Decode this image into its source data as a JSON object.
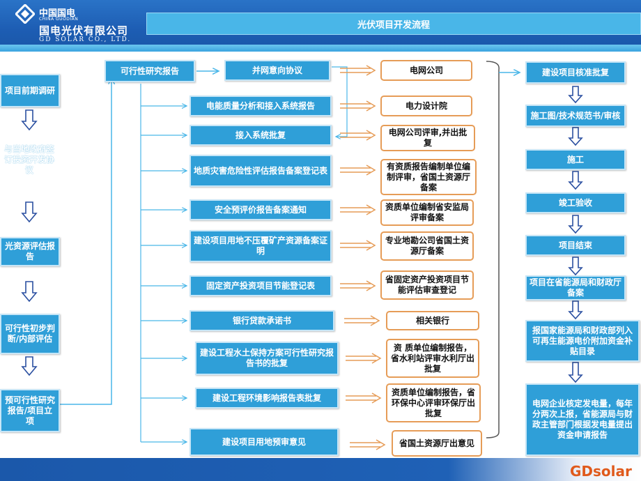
{
  "header": {
    "logo_cn": "中国国电",
    "logo_en": "CHINA GUODIAN",
    "company_cn": "国电光伏有限公司",
    "company_en": "GD SOLAR CO., LTD.",
    "title": "光伏项目开发流程"
  },
  "left_steps": [
    "项目前期调研",
    "与当地政府签订投资开发协议",
    "光资源评估报告",
    "可行性初步判断/内部评估",
    "预可行性研究报告/项目立项"
  ],
  "feasibility_label": "可行性研究报告",
  "middle_items": [
    "并网意向协议",
    "电能质量分析和接入系统报告",
    "接入系统批复",
    "地质灾害危险性评估报告备案登记表",
    "安全预评价报告备案通知",
    "建设项目用地不压覆矿产资源备案证明",
    "固定资产投资项目节能登记表",
    "银行贷款承诺书",
    "建设工程水土保持方案可行性研究报告书的批复",
    "建设工程环境影响报告表批复",
    "建设项目用地预审意见"
  ],
  "authorities": [
    "电网公司",
    "电力设计院",
    "电网公司评审,并出批复",
    "有资质报告编制单位编制评审，省国土资源厅备案",
    "资质单位编制省安监局评审备案",
    "专业地勘公司省国土资源厅备案",
    "省固定资产投资项目节能评估审查登记",
    "相关银行",
    "资 质单位编制报告，省水利站评审水利厅出批复",
    "资质单位编制报告，省环保中心评审环保厅出批复",
    "省国土资源厅出意见"
  ],
  "right_steps": [
    "建设项目核准批复",
    "施工图/技术规范书/审核",
    "施工",
    "竣工验收",
    "项目结束",
    "项目在省能源局和财政厅备案",
    "报国家能源局和财政部列入可再生能源电价附加资金补贴目录",
    "电网企业核定发电量，每年分两次上报，省能源局与财政主管部门根据发电量提出资金申请报告"
  ],
  "footer_logo": "GDsolar",
  "colors": {
    "header": "#1d5db3",
    "box": "#2f9fd8",
    "orange": "#e69c57",
    "arrow": "#2a4fa0"
  }
}
